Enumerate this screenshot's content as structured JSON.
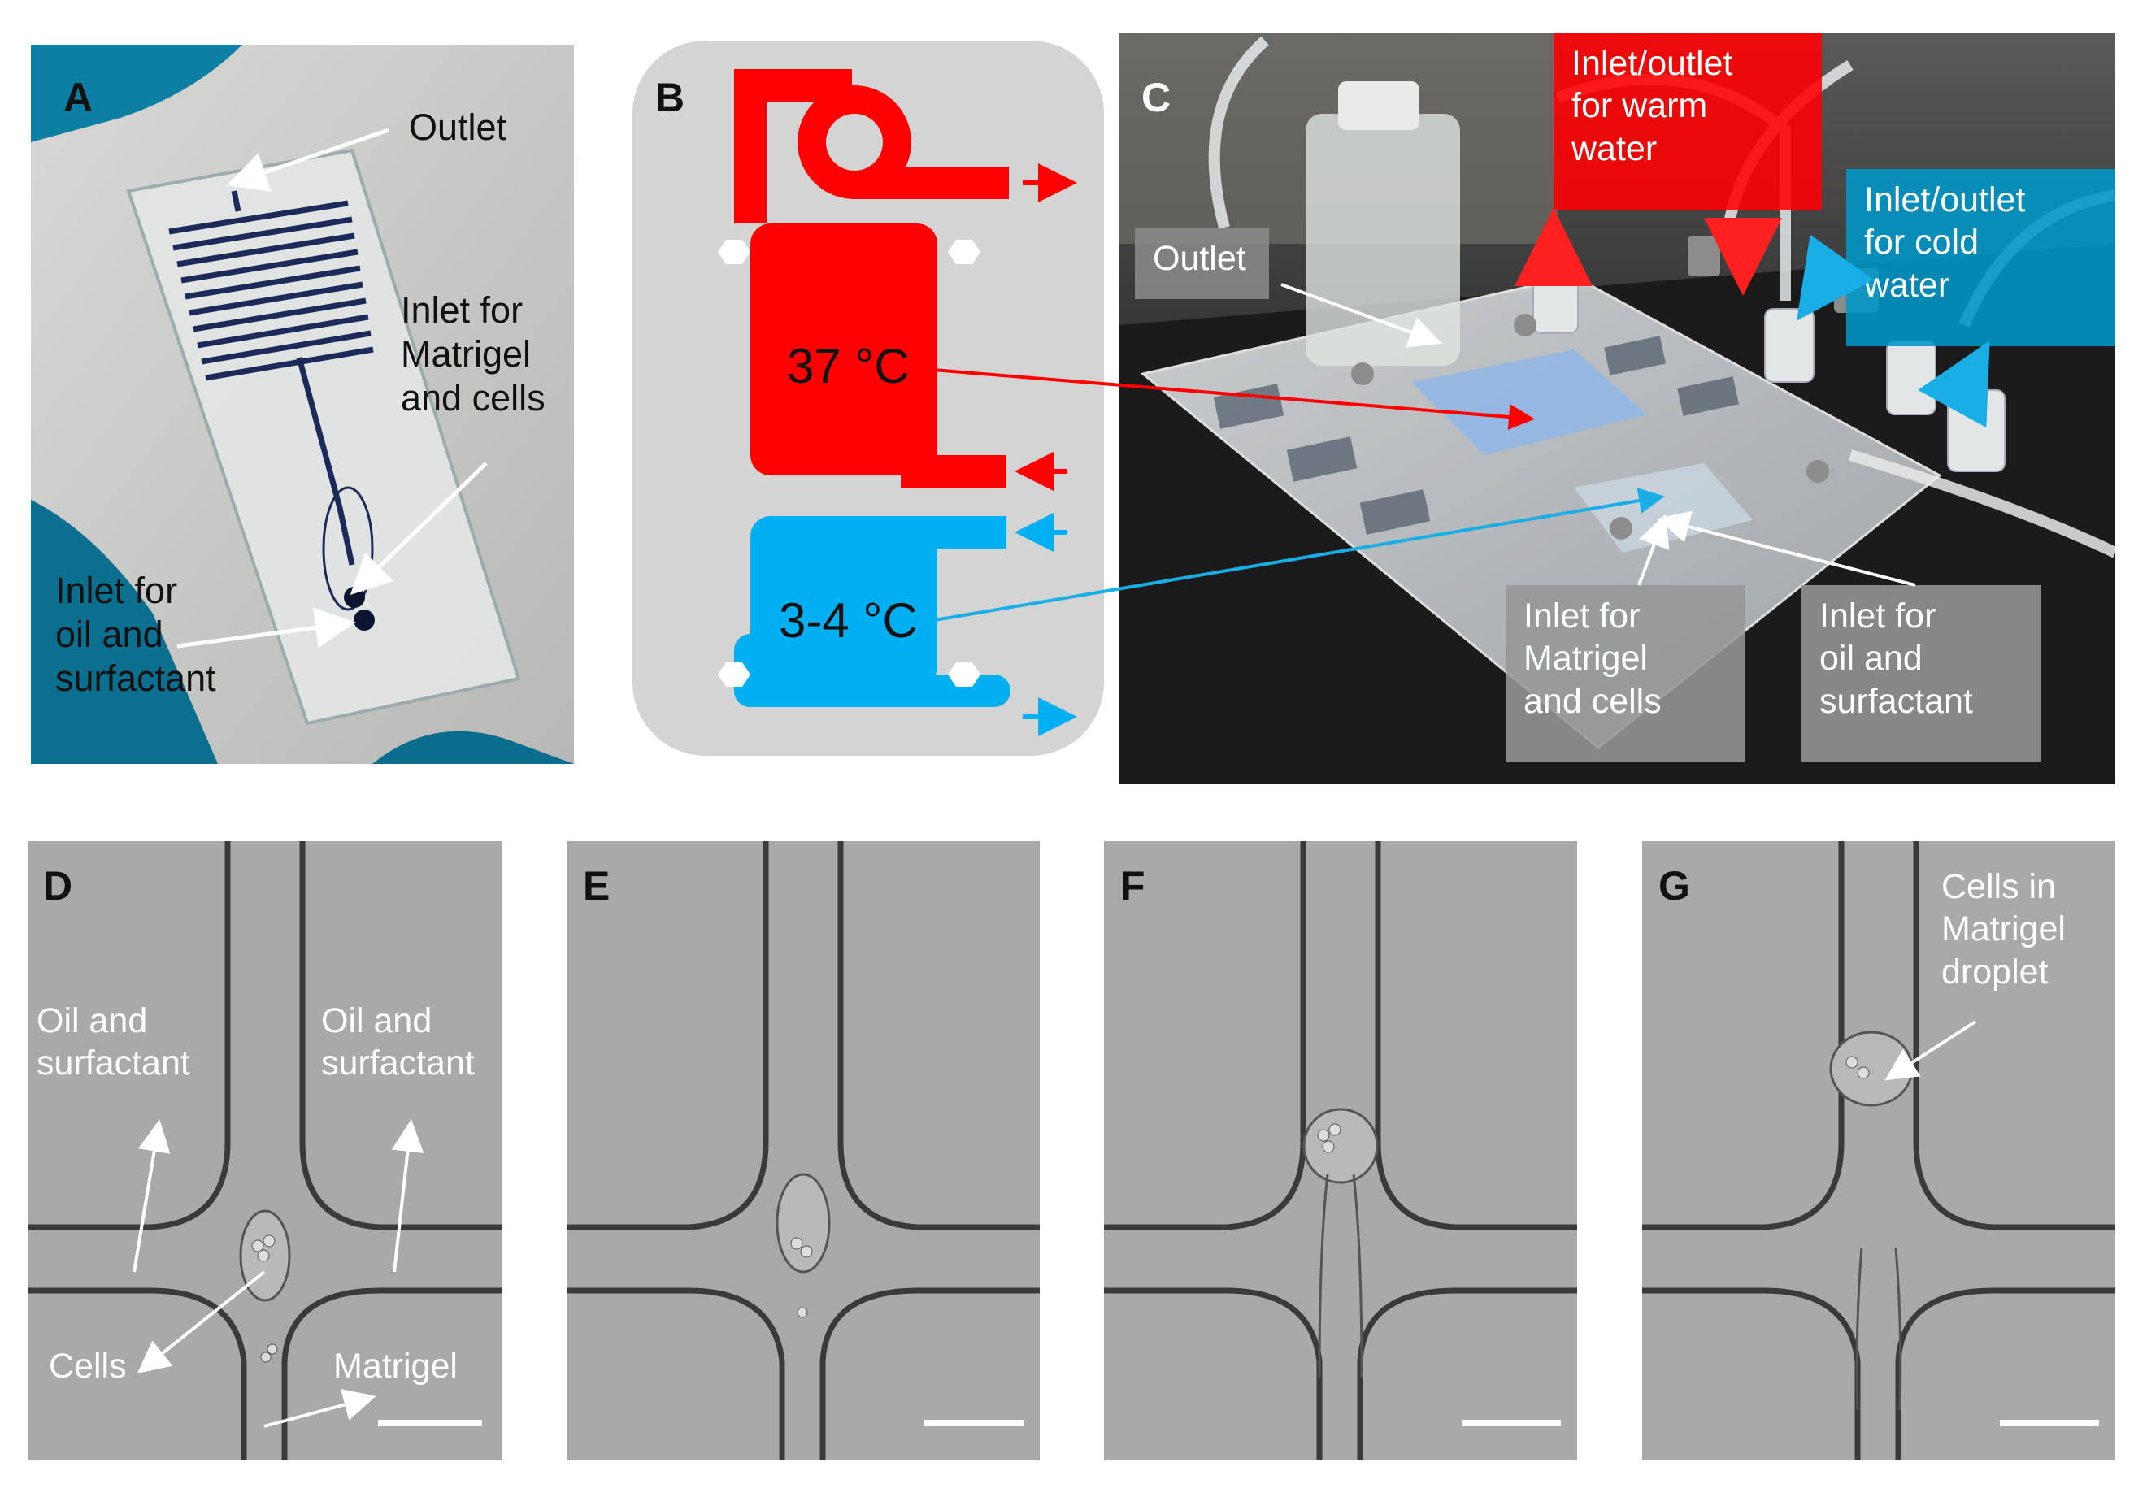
{
  "panel_a": {
    "label": "A",
    "outlet": "Outlet",
    "inlet_matrigel": "Inlet for\nMatrigel\nand cells",
    "inlet_oil": "Inlet for\noil and\nsurfactant"
  },
  "panel_b": {
    "label": "B",
    "warm_temp": "37 °C",
    "cold_temp": "3-4 °C",
    "warm_color": "#ff0000",
    "cold_color": "#00b0f0"
  },
  "panel_c": {
    "label": "C",
    "warm_box": "Inlet/outlet\nfor warm\nwater",
    "cold_box": "Inlet/outlet\nfor cold\nwater",
    "outlet_box": "Outlet",
    "matrigel_box": "Inlet for\nMatrigel\nand cells",
    "oil_box": "Inlet for\noil and\nsurfactant"
  },
  "panel_d": {
    "label": "D",
    "oil_left": "Oil and\nsurfactant",
    "oil_right": "Oil and\nsurfactant",
    "cells": "Cells",
    "matrigel": "Matrigel"
  },
  "panel_e": {
    "label": "E"
  },
  "panel_f": {
    "label": "F"
  },
  "panel_g": {
    "label": "G",
    "droplet": "Cells in\nMatrigel\ndroplet"
  }
}
